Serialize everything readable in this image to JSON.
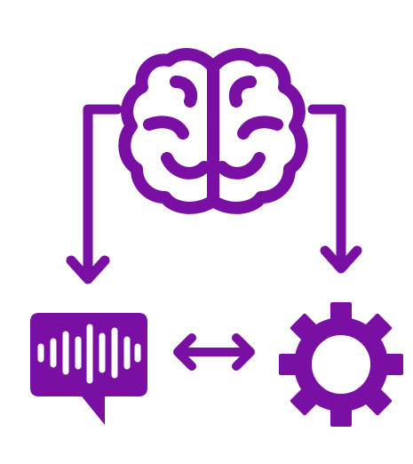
{
  "diagram": {
    "colors": {
      "accent": "#7a0fa3",
      "background": "#ffffff"
    },
    "icons": {
      "top": "brain-icon",
      "bottom_left": "voice-message-icon",
      "bottom_right": "gear-icon"
    },
    "connectors": [
      {
        "from": "brain-icon",
        "to": "voice-message-icon",
        "type": "elbow-arrow"
      },
      {
        "from": "brain-icon",
        "to": "gear-icon",
        "type": "elbow-arrow"
      },
      {
        "from": "voice-message-icon",
        "to": "gear-icon",
        "type": "double-arrow"
      }
    ]
  }
}
